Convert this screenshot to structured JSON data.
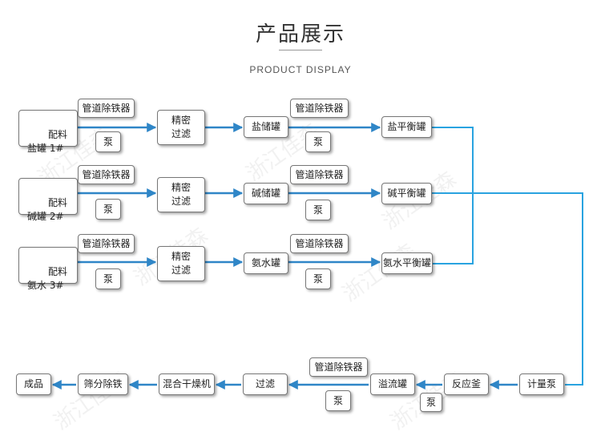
{
  "header": {
    "title": "产品展示",
    "subtitle": "PRODUCT DISPLAY"
  },
  "raw_materials": [
    {
      "line1": "配料",
      "line2": "盐罐 1#"
    },
    {
      "line1": "配料",
      "line2": "碱罐 2#"
    },
    {
      "line1": "配料",
      "line2": "氨水 3#"
    }
  ],
  "equipment": {
    "iron_remover": "管道除铁器",
    "pump": "泵",
    "precision_filter": "精密\n过滤",
    "storage_tanks": [
      "盐储罐",
      "碱储罐",
      "氨水罐"
    ],
    "balance_tanks": [
      "盐平衡罐",
      "碱平衡罐",
      "氨水平衡罐"
    ],
    "metering_pump": "计量泵",
    "reactor": "反应釜",
    "overflow_tank": "溢流罐",
    "filter": "过滤",
    "mixer_dryer": "混合干燥机",
    "sieve_iron_remover": "筛分除铁",
    "product": "成品"
  },
  "watermark": "浙江佳森",
  "colors": {
    "arrow_blue": "#2f86c7",
    "line_blue": "#29a3e0"
  }
}
